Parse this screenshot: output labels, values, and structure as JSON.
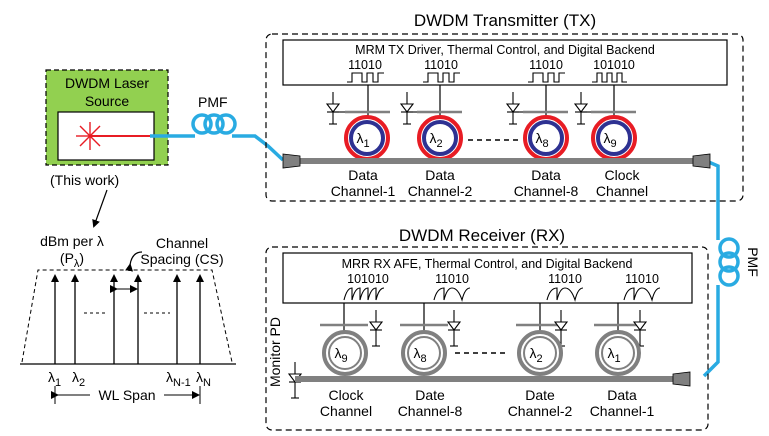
{
  "colors": {
    "laser_fill": "#92d050",
    "fiber": "#29abe2",
    "ring_tx_outer": "#e81c24",
    "ring_tx_inner": "#2e3192",
    "ring_rx": "#808080",
    "bus": "#808080",
    "laser_rays": "#e81c24"
  },
  "laser": {
    "title_line1": "DWDM Laser",
    "title_line2": "Source",
    "note": "(This work)"
  },
  "fiber": {
    "pmf_top": "PMF",
    "pmf_right": "PMF"
  },
  "tx": {
    "title": "DWDM Transmitter (TX)",
    "backend": "MRM TX Driver, Thermal Control, and Digital Backend",
    "bits": [
      "11010",
      "11010",
      "11010",
      "101010"
    ],
    "rings": [
      {
        "sym": "λ",
        "sub": "1",
        "label1": "Data",
        "label2": "Channel-1"
      },
      {
        "sym": "λ",
        "sub": "2",
        "label1": "Data",
        "label2": "Channel-2"
      },
      {
        "sym": "λ",
        "sub": "8",
        "label1": "Data",
        "label2": "Channel-8"
      },
      {
        "sym": "λ",
        "sub": "9",
        "label1": "Clock",
        "label2": "Channel"
      }
    ]
  },
  "rx": {
    "title": "DWDM Receiver (RX)",
    "backend": "MRR RX AFE, Thermal Control, and Digital Backend",
    "bits": [
      "101010",
      "11010",
      "11010",
      "11010"
    ],
    "monitor": "Monitor PD",
    "rings": [
      {
        "sym": "λ",
        "sub": "9",
        "label1": "Clock",
        "label2": "Channel"
      },
      {
        "sym": "λ",
        "sub": "8",
        "label1": "Date",
        "label2": "Channel-8"
      },
      {
        "sym": "λ",
        "sub": "2",
        "label1": "Date",
        "label2": "Channel-2"
      },
      {
        "sym": "λ",
        "sub": "1",
        "label1": "Data",
        "label2": "Channel-1"
      }
    ]
  },
  "spectrum": {
    "ylabel_line1": "dBm per λ",
    "ylabel_line2_sym": "(P",
    "ylabel_line2_sub": "λ",
    "ylabel_line2_end": ")",
    "cs_line1": "Channel",
    "cs_line2": "Spacing (CS)",
    "ticks": [
      {
        "sym": "λ",
        "sub": "1"
      },
      {
        "sym": "λ",
        "sub": "2"
      },
      {
        "sym": "λ",
        "sub": "N-1"
      },
      {
        "sym": "λ",
        "sub": "N"
      }
    ],
    "span": "WL Span"
  }
}
